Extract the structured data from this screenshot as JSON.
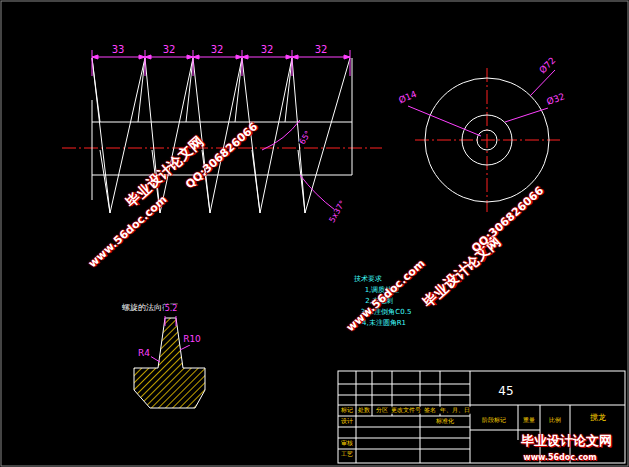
{
  "diagram": {
    "labels": [
      "33",
      "32",
      "32",
      "32",
      "32",
      "Ø14",
      "Ø72",
      "Ø32",
      "65°",
      "5x37°",
      "螺旋的法向截面",
      "5.2",
      "R4",
      "R10",
      "技术要求",
      "1,调质处理",
      "2,去毛刺",
      "3,未注倒角C0.5",
      "4,未注圆角R1",
      "45",
      "搅龙",
      "标记",
      "处数",
      "分区",
      "更改文件号",
      "签名",
      "年、月、日",
      "设计",
      "标准化",
      "阶段标记",
      "重量",
      "比例",
      "审核",
      "工艺",
      "毕业设计论文网",
      "QQ:306826066",
      "www.56doc.com",
      "毕业设计论文网",
      "QQ:306826066",
      "www.56doc.com",
      "毕业设计论文网",
      "www.56doc.com"
    ]
  }
}
